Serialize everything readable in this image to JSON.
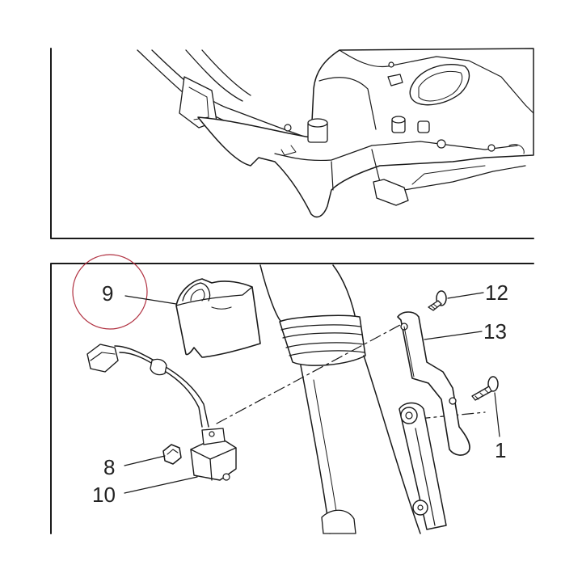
{
  "diagram": {
    "callouts": [
      {
        "id": "9",
        "text": "9",
        "highlighted": true
      },
      {
        "id": "8",
        "text": "8"
      },
      {
        "id": "10",
        "text": "10"
      },
      {
        "id": "12",
        "text": "12"
      },
      {
        "id": "13",
        "text": "13"
      },
      {
        "id": "1",
        "text": "1"
      }
    ],
    "highlight_color": "#b03040"
  }
}
